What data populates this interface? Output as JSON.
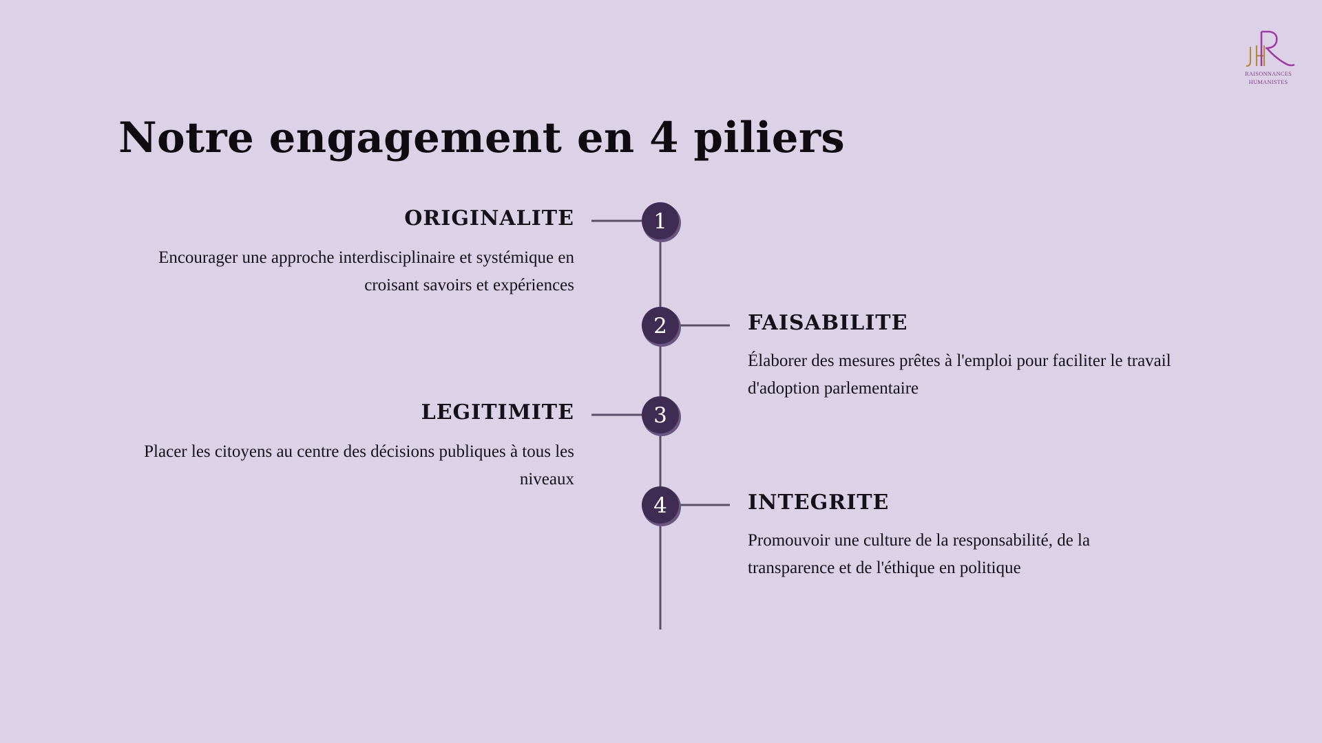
{
  "logo": {
    "monogram": "JHR",
    "line1": "RAISONNANCES",
    "line2": "HUMANISTES"
  },
  "title": "Notre engagement en 4 piliers",
  "pillars": [
    {
      "number": "1",
      "heading": "ORIGINALITE",
      "text": "Encourager une approche interdisciplinaire et systémique en croisant savoirs et expériences",
      "side": "left"
    },
    {
      "number": "2",
      "heading": "FAISABILITE",
      "text": "Élaborer des mesures prêtes à l'emploi pour faciliter le travail d'adoption parlementaire",
      "side": "right"
    },
    {
      "number": "3",
      "heading": "LEGITIMITE",
      "text": "Placer les citoyens au centre des décisions publiques à tous les niveaux",
      "side": "left"
    },
    {
      "number": "4",
      "heading": "INTEGRITE",
      "text": "Promouvoir une culture de la responsabilité, de la transparence et de l'éthique en politique",
      "side": "right"
    }
  ],
  "colors": {
    "background": "#dbd2e7",
    "node_fill": "#3f2c52",
    "node_ring": "#6a5680",
    "line": "#58506a",
    "logo_purple": "#a23aa6",
    "logo_gold": "#b38a3a"
  }
}
